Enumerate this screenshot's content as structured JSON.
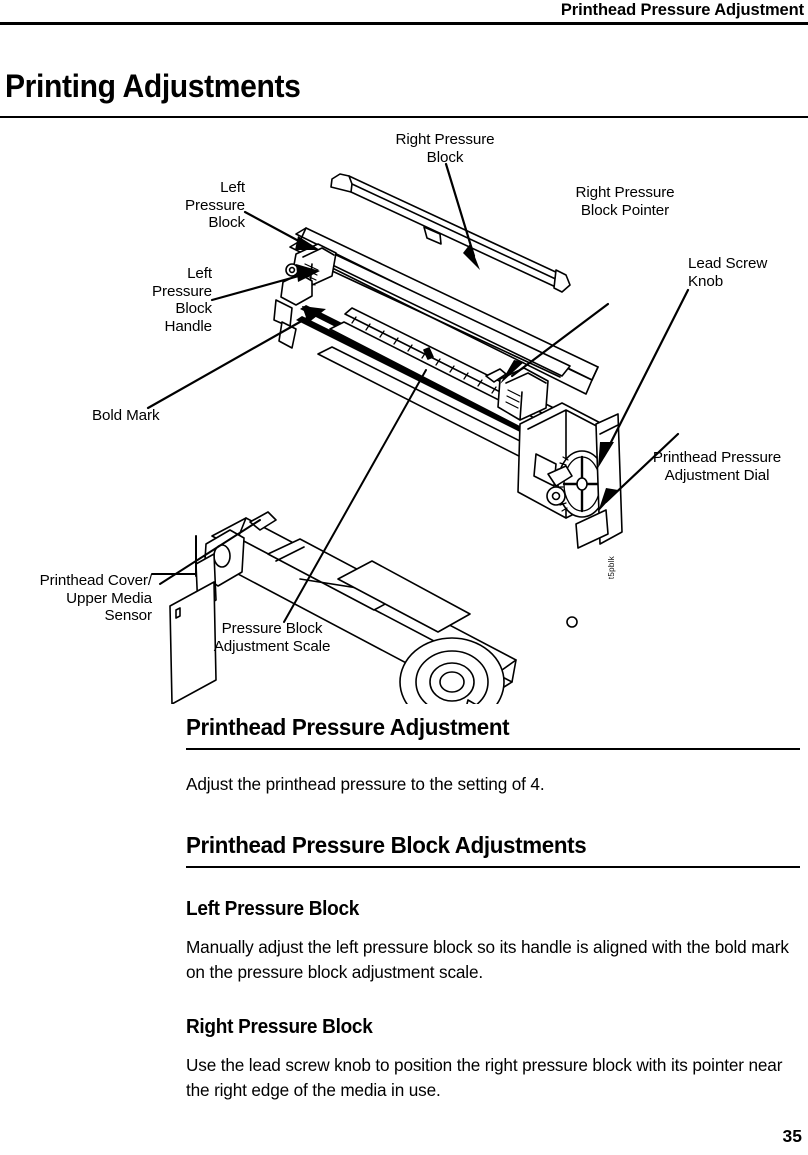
{
  "header": {
    "title": "Printhead Pressure Adjustment"
  },
  "chapter": {
    "title": "Printing Adjustments"
  },
  "figure": {
    "id_mark": "t5pblk",
    "callouts": [
      {
        "key": "right_pressure_block",
        "text": "Right Pressure\nBlock"
      },
      {
        "key": "left_pressure_block",
        "text": "Left\nPressure\nBlock"
      },
      {
        "key": "right_pressure_block_pointer",
        "text": "Right Pressure\nBlock Pointer"
      },
      {
        "key": "lead_screw_knob",
        "text": "Lead Screw\nKnob"
      },
      {
        "key": "left_pressure_block_handle",
        "text": "Left\nPressure\nBlock\nHandle"
      },
      {
        "key": "bold_mark",
        "text": "Bold Mark"
      },
      {
        "key": "printhead_pressure_dial",
        "text": "Printhead Pressure\nAdjustment Dial"
      },
      {
        "key": "printhead_cover_sensor",
        "text": "Printhead Cover/\nUpper Media\nSensor"
      },
      {
        "key": "pressure_block_scale",
        "text": "Pressure Block\nAdjustment Scale"
      }
    ]
  },
  "sections": {
    "printhead_pressure_adjustment": {
      "heading": "Printhead Pressure Adjustment",
      "body": "Adjust the printhead pressure to the setting of 4."
    },
    "printhead_pressure_block_adjustments": {
      "heading": "Printhead Pressure Block Adjustments"
    },
    "left_pressure_block": {
      "heading": "Left Pressure Block",
      "body": "Manually adjust the left pressure block so its handle is aligned with the bold mark on the pressure block adjustment scale."
    },
    "right_pressure_block": {
      "heading": "Right Pressure Block",
      "body": "Use the lead screw knob to position the right pressure block with its pointer near the right edge of the media in use."
    }
  },
  "footer": {
    "page_number": "35"
  }
}
